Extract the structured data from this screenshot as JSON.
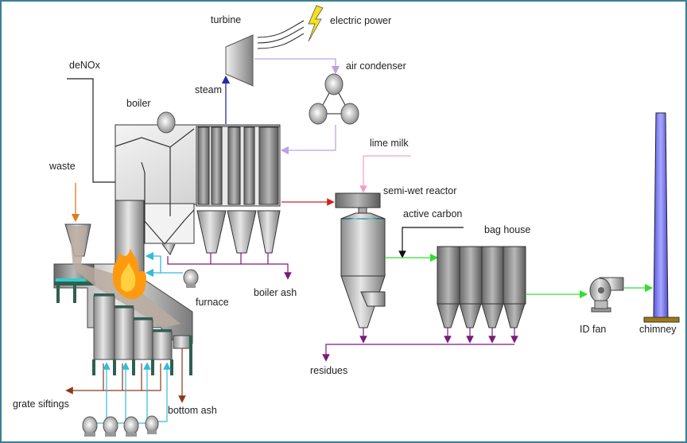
{
  "title": "Waste incineration plant process diagram",
  "labels": {
    "turbine": "turbine",
    "electric_power": "electric power",
    "air_condenser": "air condenser",
    "denox": "deNOx",
    "steam": "steam",
    "boiler": "boiler",
    "waste": "waste",
    "lime_milk": "lime milk",
    "semi_wet_reactor": "semi-wet reactor",
    "active_carbon": "active carbon",
    "bag_house": "bag house",
    "boiler_ash": "boiler ash",
    "furnace": "furnace",
    "id_fan": "ID fan",
    "chimney": "chimney",
    "residues": "residues",
    "grate_siftings": "grate siftings",
    "bottom_ash": "bottom ash"
  },
  "colors": {
    "frame": "#3b7f93",
    "steam_line": "#2a2aa0",
    "condensate_line": "#b9a3e0",
    "flue_gas_hot": "#d42020",
    "flue_gas_clean": "#33dd33",
    "ash_line": "#7a1a7a",
    "air_line": "#33bbdd",
    "lime_milk_line": "#f0a0c8",
    "waste_line": "#e07a20",
    "bottom_ash_line": "#8a3a1a",
    "chimney": "#7b7bf0",
    "flame": "#ff9a10",
    "lightning": "#f4e020"
  }
}
